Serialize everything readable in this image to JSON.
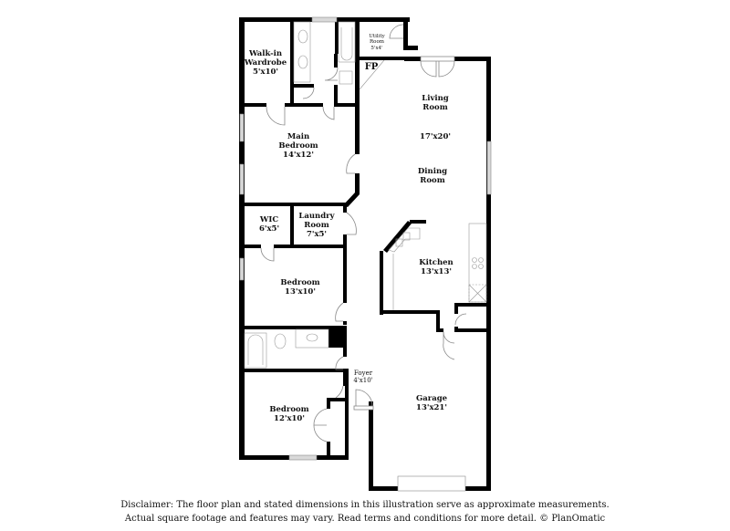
{
  "floorplan": {
    "rooms": [
      {
        "id": "walk-in-wardrobe",
        "name_lines": [
          "Walk-in",
          "Wardrobe"
        ],
        "dimensions": "5'x10'"
      },
      {
        "id": "utility-room",
        "name_lines": [
          "Utility",
          "Room"
        ],
        "dimensions": "5'x4'"
      },
      {
        "id": "fireplace",
        "name_lines": [
          "FP"
        ],
        "dimensions": ""
      },
      {
        "id": "living-room",
        "name_lines": [
          "Living",
          "Room"
        ],
        "dimensions": "17'x20'"
      },
      {
        "id": "dining-room",
        "name_lines": [
          "Dining",
          "Room"
        ],
        "dimensions": ""
      },
      {
        "id": "main-bedroom",
        "name_lines": [
          "Main",
          "Bedroom"
        ],
        "dimensions": "14'x12'"
      },
      {
        "id": "wic",
        "name_lines": [
          "WIC"
        ],
        "dimensions": "6'x5'"
      },
      {
        "id": "laundry-room",
        "name_lines": [
          "Laundry",
          "Room"
        ],
        "dimensions": "7'x5'"
      },
      {
        "id": "kitchen",
        "name_lines": [
          "Kitchen"
        ],
        "dimensions": "13'x13'"
      },
      {
        "id": "bedroom-2",
        "name_lines": [
          "Bedroom"
        ],
        "dimensions": "13'x10'"
      },
      {
        "id": "foyer",
        "name_lines": [
          "Foyer"
        ],
        "dimensions": "4'x10'"
      },
      {
        "id": "bedroom-3",
        "name_lines": [
          "Bedroom"
        ],
        "dimensions": "12'x10'"
      },
      {
        "id": "garage",
        "name_lines": [
          "Garage"
        ],
        "dimensions": "13'x21'"
      }
    ]
  },
  "labels": {
    "walkin": {
      "l1": "Walk-in",
      "l2": "Wardrobe",
      "dim": "5'x10'"
    },
    "utility": {
      "l1": "Utility",
      "l2": "Room",
      "dim": "5'x4'"
    },
    "fp": {
      "l1": "FP"
    },
    "living": {
      "l1": "Living",
      "l2": "Room",
      "dim": "17'x20'"
    },
    "dining": {
      "l1": "Dining",
      "l2": "Room"
    },
    "main_bedroom": {
      "l1": "Main",
      "l2": "Bedroom",
      "dim": "14'x12'"
    },
    "wic": {
      "l1": "WIC",
      "dim": "6'x5'"
    },
    "laundry": {
      "l1": "Laundry",
      "l2": "Room",
      "dim": "7'x5'"
    },
    "kitchen": {
      "l1": "Kitchen",
      "dim": "13'x13'"
    },
    "bedroom2": {
      "l1": "Bedroom",
      "dim": "13'x10'"
    },
    "foyer": {
      "l1": "Foyer",
      "dim": "4'x10'"
    },
    "bedroom3": {
      "l1": "Bedroom",
      "dim": "12'x10'"
    },
    "garage": {
      "l1": "Garage",
      "dim": "13'x21'"
    }
  },
  "disclaimer": {
    "line1": "Disclaimer: The floor plan and stated dimensions in this illustration serve as approximate measurements.",
    "line2": "Actual square footage and features may vary. Read terms and conditions for more detail. © PlanOmatic"
  },
  "colors": {
    "wall": "#000000",
    "window": "#d9d9d9",
    "fixture": "#888888",
    "background": "#ffffff"
  }
}
